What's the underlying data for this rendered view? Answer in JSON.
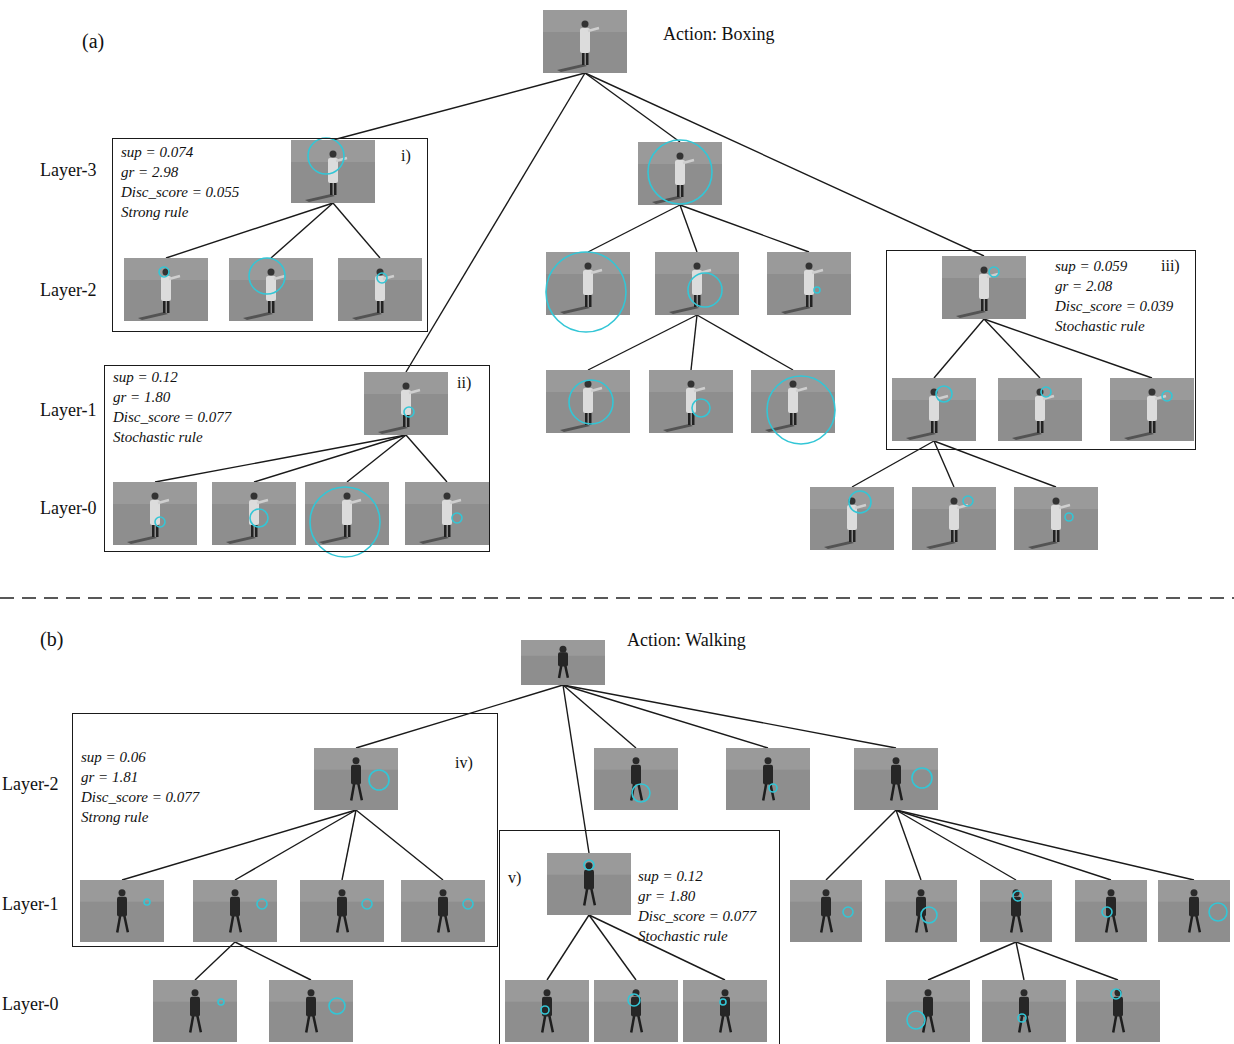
{
  "diagram": {
    "nodes": [
      {
        "text": [
          "sup = 0.074",
          "gr = 2.98",
          "Disc_score = 0.055",
          "Strong rule",
          "i)"
        ]
      },
      {
        "text": [
          "sup = 0.12",
          "gr = 1.80",
          "Disc_score = 0.077",
          "Stochastic rule",
          "ii)"
        ]
      },
      {
        "text": [
          "sup = 0.059",
          "gr = 2.08",
          "Disc_score = 0.039",
          "Stochastic rule",
          "iii)"
        ]
      },
      {
        "text": [
          "sup = 0.06",
          "gr = 1.81",
          "Disc_score = 0.077",
          "Strong rule",
          "iv)"
        ]
      },
      {
        "text": [
          "sup = 0.12",
          "gr = 1.80",
          "Disc_score = 0.077",
          "Stochastic rule",
          "v)"
        ]
      }
    ],
    "labels": [
      "(a)",
      "Action: Boxing",
      "Layer-3",
      "Layer-2",
      "Layer-1",
      "Layer-0",
      "(b)",
      "Action: Walking",
      "Layer-2",
      "Layer-1",
      "Layer-0"
    ]
  }
}
